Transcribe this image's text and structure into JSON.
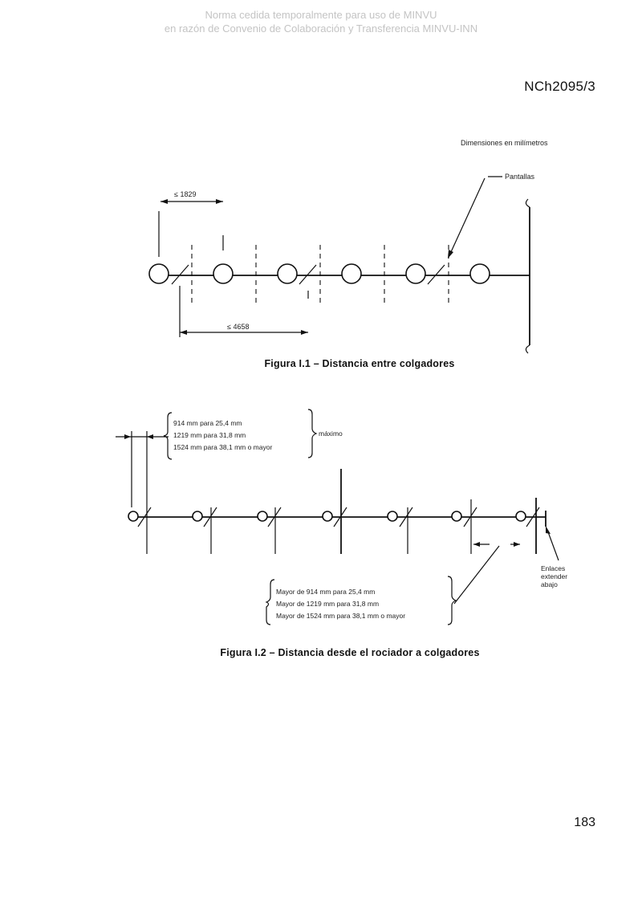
{
  "watermark": {
    "line1": "Norma cedida temporalmente para uso de MINVU",
    "line2": "en razón de Convenio de Colaboración y Transferencia MINVU-INN"
  },
  "header": {
    "standard_code": "NCh2095/3"
  },
  "figure1": {
    "dimensions_note": "Dimensiones en milímetros",
    "screens_label": "Pantallas",
    "dim_top": "≤ 1829",
    "dim_bottom": "≤ 4658",
    "caption": "Figura I.1 – Distancia entre colgadores"
  },
  "figure2": {
    "max_lines": [
      "914 mm para 25,4 mm",
      "1219 mm para 31,8 mm",
      "1524 mm para 38,1 mm o mayor"
    ],
    "max_label": "máximo",
    "min_lines": [
      "Mayor de 914 mm para 25,4 mm",
      "Mayor de 1219 mm para 31,8 mm",
      "Mayor de 1524 mm para 38,1 mm o mayor"
    ],
    "end_note_lines": [
      "Enlaces",
      "extender",
      "abajo"
    ],
    "caption": "Figura I.2 – Distancia desde el rociador a colgadores"
  },
  "footer": {
    "page_number": "183"
  }
}
